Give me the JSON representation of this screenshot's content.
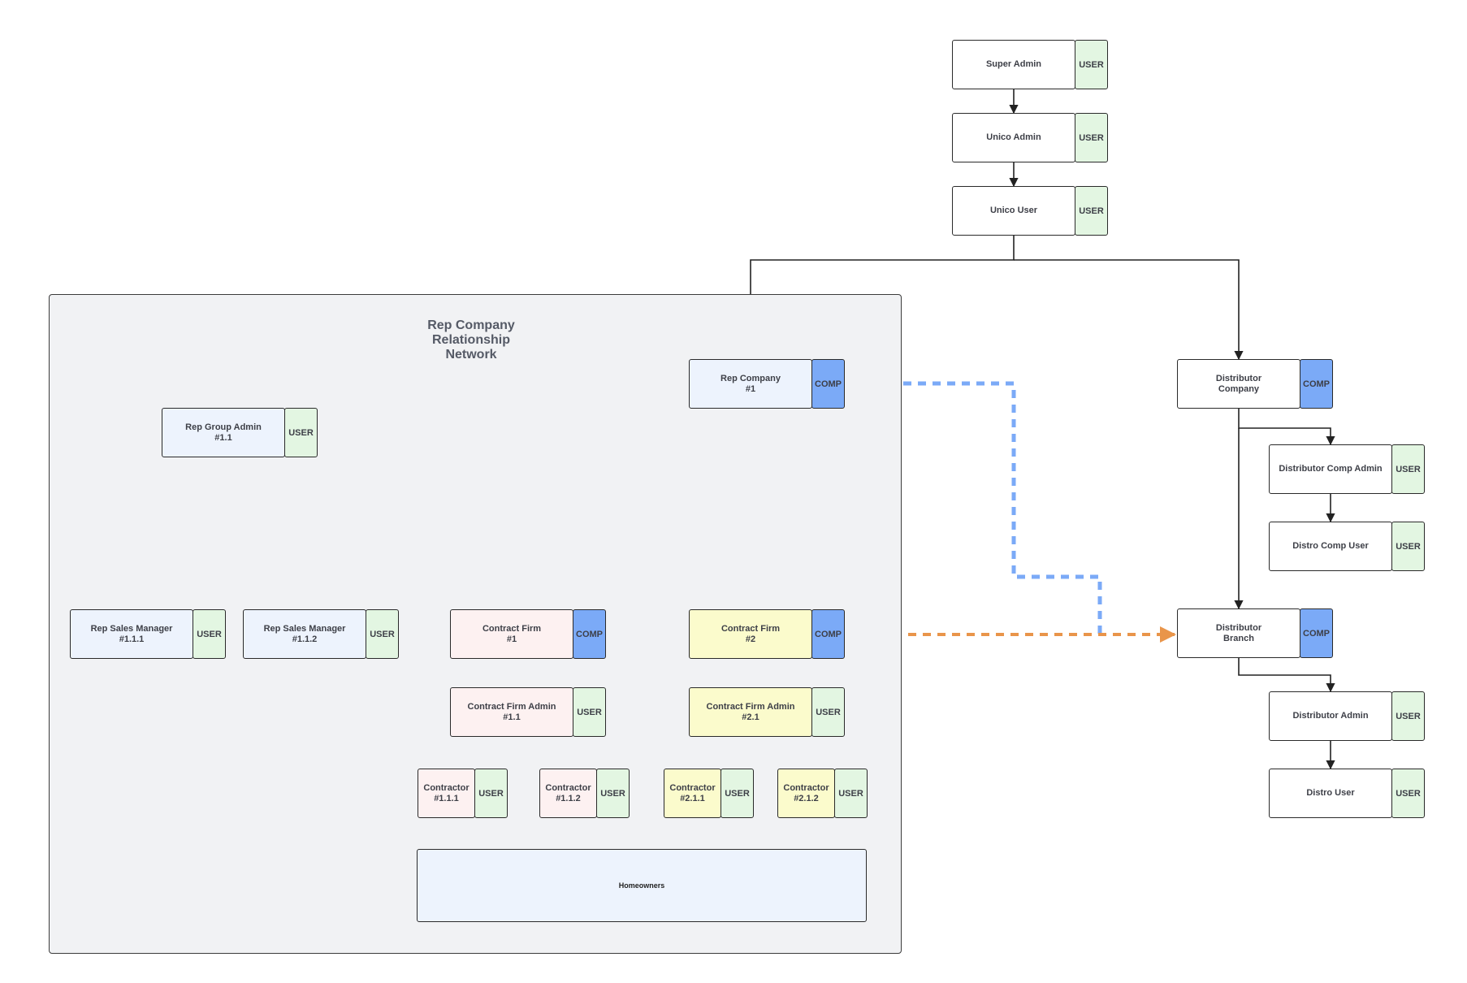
{
  "diagram": {
    "group_title": "Rep Company\nRelationship\nNetwork",
    "homeowners_label": "Homeowners",
    "colors": {
      "user_tag": "#e3f6e2",
      "comp_tag": "#7baaf7",
      "rep_fill": "#edf3fd",
      "contract1_fill": "#fdf1f1",
      "contract2_fill": "#fbfbcc",
      "plain_fill": "#ffffff",
      "group_bg": "#f1f2f4",
      "blue_dashed_link": "#7baaf7",
      "orange_dashed_link": "#e9954a"
    },
    "nodes": {
      "super_admin": {
        "label": "Super Admin",
        "tag": "USER"
      },
      "unico_admin": {
        "label": "Unico Admin",
        "tag": "USER"
      },
      "unico_user": {
        "label": "Unico User",
        "tag": "USER"
      },
      "rep_company_1": {
        "label": "Rep Company\n#1",
        "tag": "COMP"
      },
      "distributor_company": {
        "label": "Distributor\nCompany",
        "tag": "COMP"
      },
      "rep_group_admin": {
        "label": "Rep Group Admin\n#1.1",
        "tag": "USER"
      },
      "rep_sales_manager_111": {
        "label": "Rep Sales Manager\n#1.1.1",
        "tag": "USER"
      },
      "rep_sales_manager_112": {
        "label": "Rep Sales Manager\n#1.1.2",
        "tag": "USER"
      },
      "contract_firm_1": {
        "label": "Contract Firm\n#1",
        "tag": "COMP"
      },
      "contract_firm_2": {
        "label": "Contract Firm\n#2",
        "tag": "COMP"
      },
      "contract_firm_admin_11": {
        "label": "Contract Firm Admin\n#1.1",
        "tag": "USER"
      },
      "contract_firm_admin_21": {
        "label": "Contract Firm Admin\n#2.1",
        "tag": "USER"
      },
      "contractor_111": {
        "label": "Contractor\n#1.1.1",
        "tag": "USER"
      },
      "contractor_112": {
        "label": "Contractor\n#1.1.2",
        "tag": "USER"
      },
      "contractor_211": {
        "label": "Contractor\n#2.1.1",
        "tag": "USER"
      },
      "contractor_212": {
        "label": "Contractor\n#2.1.2",
        "tag": "USER"
      },
      "distributor_comp_admin": {
        "label": "Distributor Comp Admin",
        "tag": "USER"
      },
      "distro_comp_user": {
        "label": "Distro Comp User",
        "tag": "USER"
      },
      "distributor_branch": {
        "label": "Distributor\nBranch",
        "tag": "COMP"
      },
      "distributor_admin": {
        "label": "Distributor Admin",
        "tag": "USER"
      },
      "distro_user": {
        "label": "Distro User",
        "tag": "USER"
      }
    }
  }
}
